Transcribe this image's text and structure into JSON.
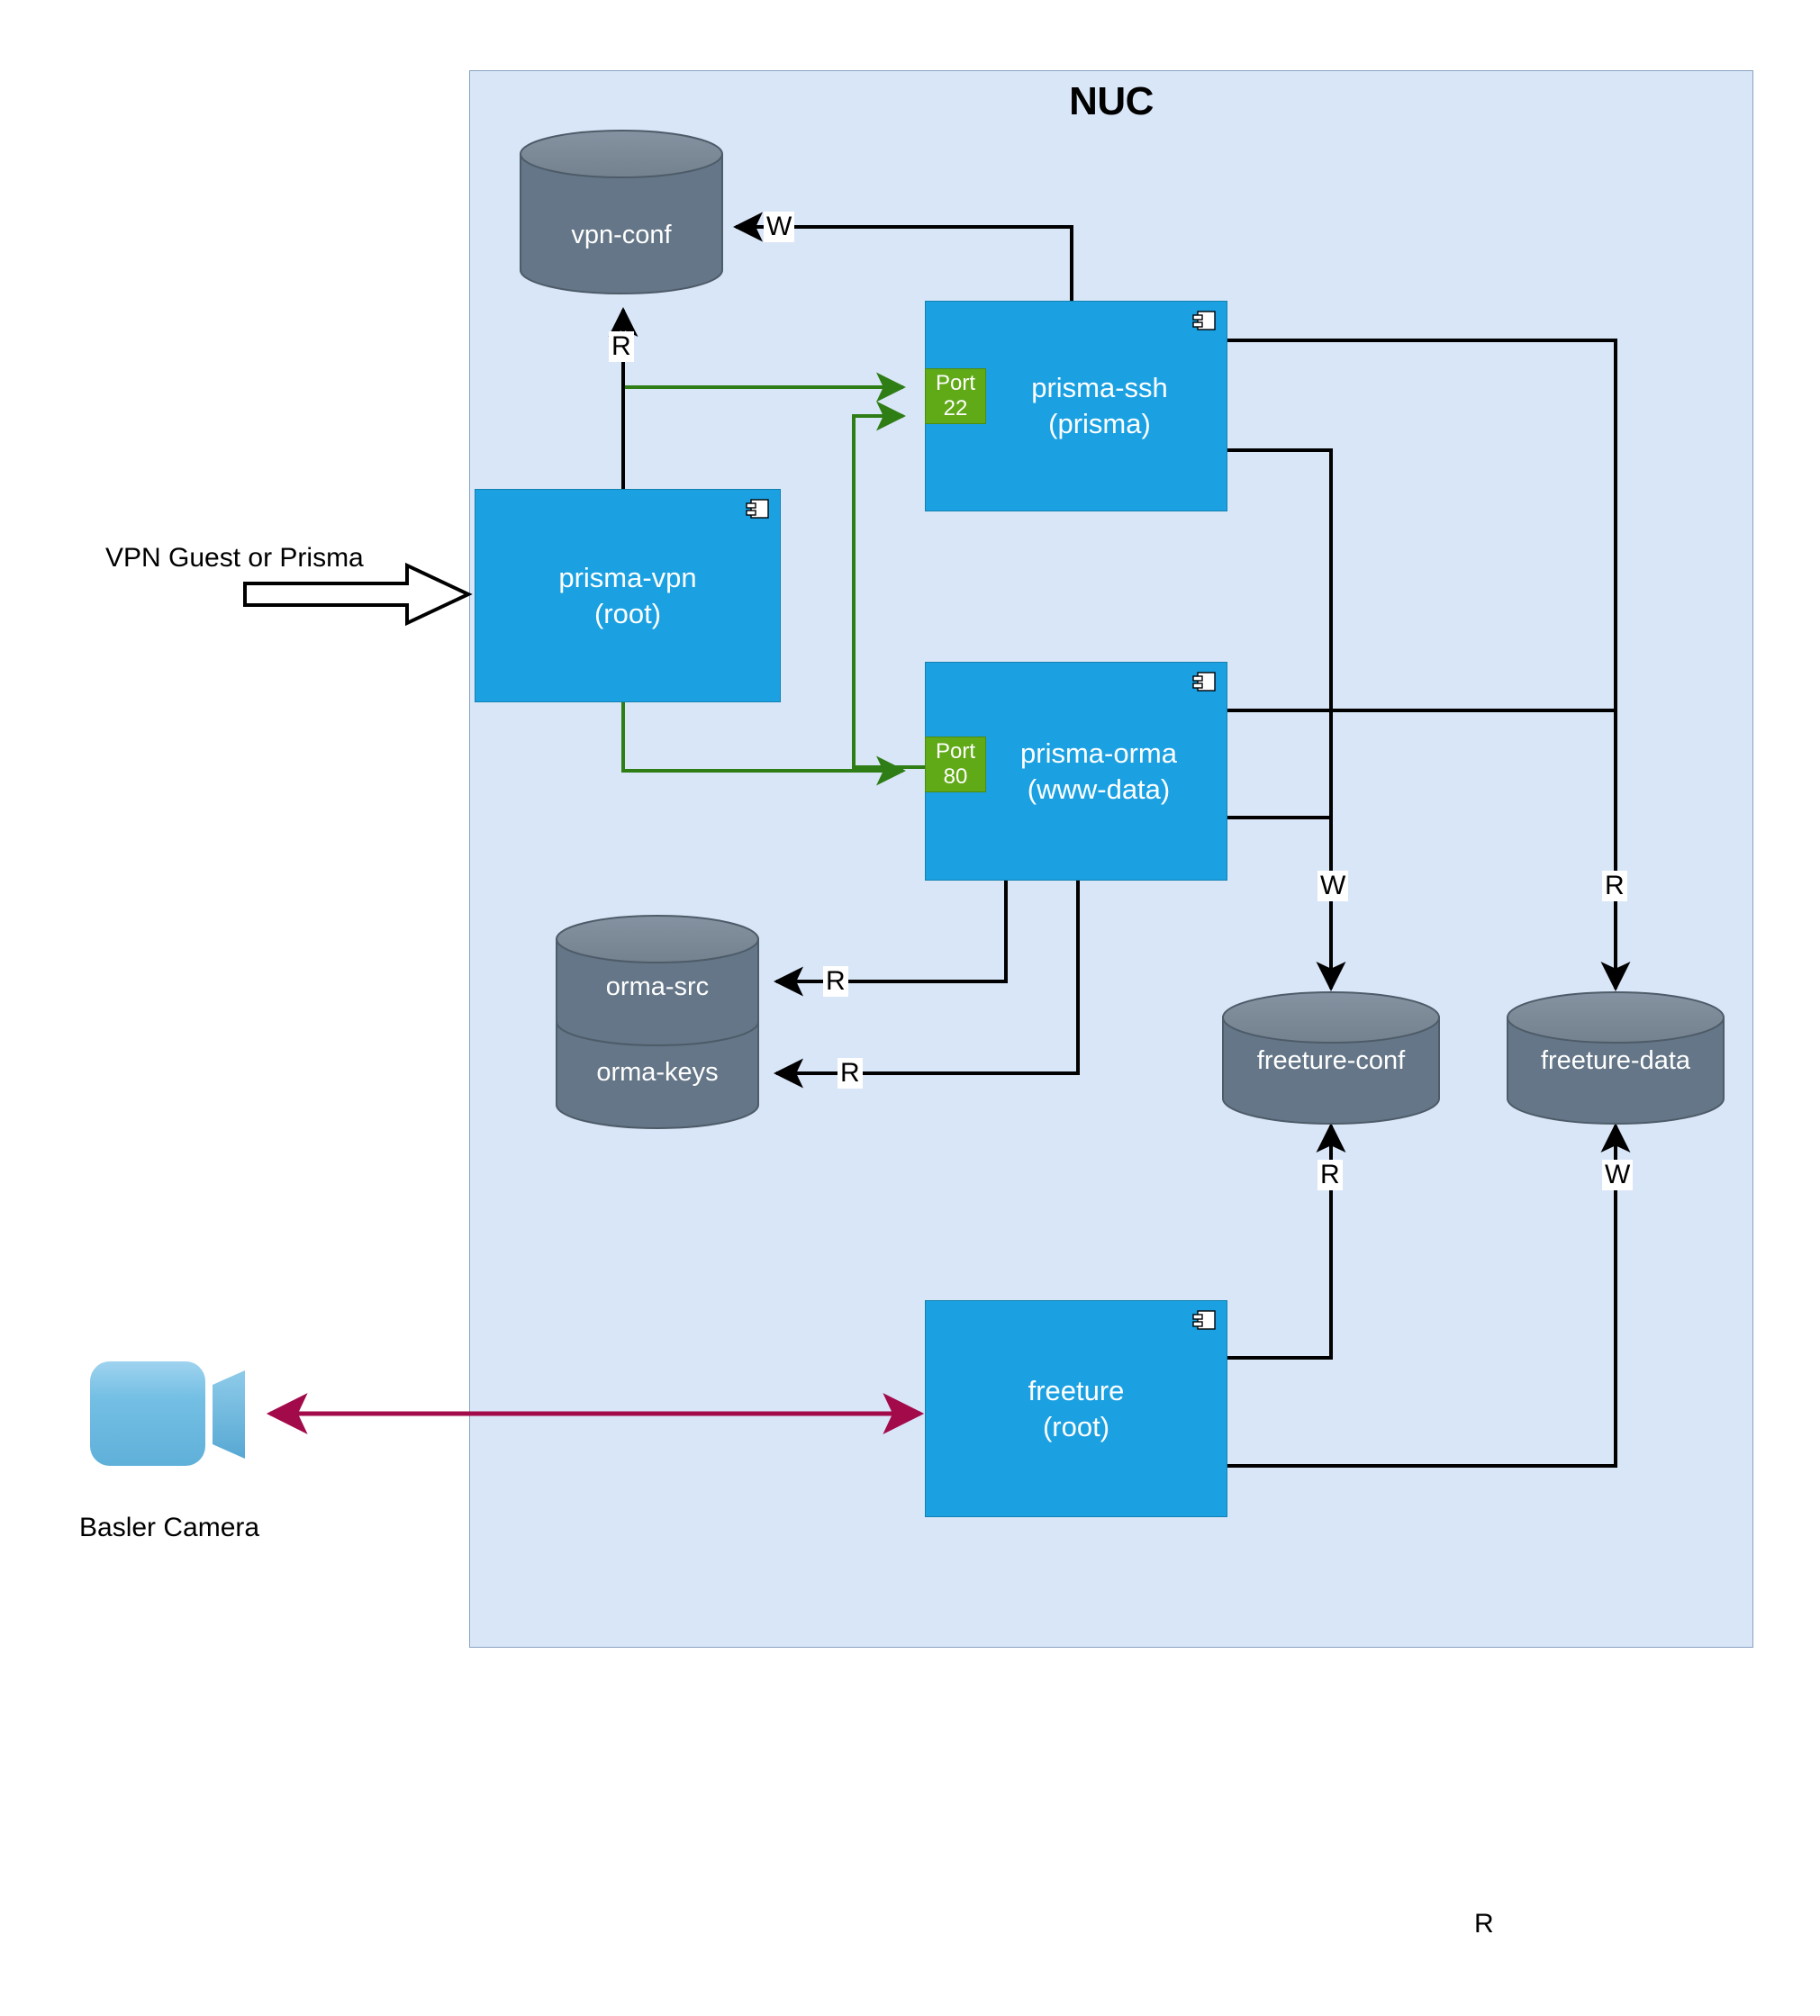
{
  "diagram": {
    "title": "NUC",
    "colors": {
      "container_fill": "#d9e6f8",
      "container_border": "#8ba3c2",
      "component_fill": "#1ba1e2",
      "cylinder_fill": "#647687",
      "port_fill": "#60a917",
      "camera_arrow": "#a20a4a",
      "green_connector": "#2e7d15",
      "black_connector": "#000000"
    }
  },
  "external": {
    "vpn_entry_label": "VPN Guest or Prisma",
    "camera_label": "Basler Camera",
    "stray_label": "R"
  },
  "components": [
    {
      "id": "prisma-vpn",
      "name": "prisma-vpn",
      "user": "(root)",
      "port": null
    },
    {
      "id": "prisma-ssh",
      "name": "prisma-ssh",
      "user": "(prisma)",
      "port": {
        "label": "Port",
        "number": "22"
      }
    },
    {
      "id": "prisma-orma",
      "name": "prisma-orma",
      "user": "(www-data)",
      "port": {
        "label": "Port",
        "number": "80"
      }
    },
    {
      "id": "freeture",
      "name": "freeture",
      "user": "(root)",
      "port": null
    }
  ],
  "datastores": [
    {
      "id": "vpn-conf",
      "label": "vpn-conf"
    },
    {
      "id": "orma-src",
      "label": "orma-src"
    },
    {
      "id": "orma-keys",
      "label": "orma-keys"
    },
    {
      "id": "freeture-conf",
      "label": "freeture-conf"
    },
    {
      "id": "freeture-data",
      "label": "freeture-data"
    }
  ],
  "edge_labels": {
    "vpn_conf_write": "W",
    "vpn_conf_read": "R",
    "orma_src_read": "R",
    "orma_keys_read": "R",
    "freeture_conf_write": "W",
    "freeture_conf_read": "R",
    "freeture_data_read": "R",
    "freeture_data_write": "W"
  }
}
